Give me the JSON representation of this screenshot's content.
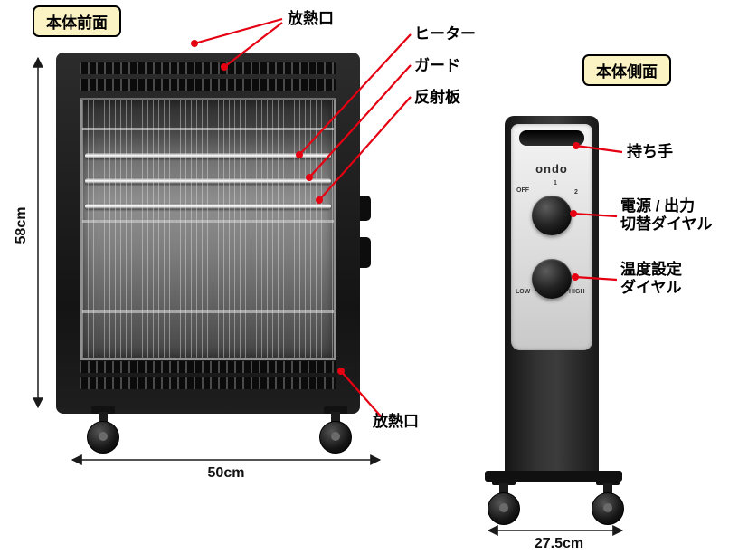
{
  "badges": {
    "front": "本体前面",
    "side": "本体側面"
  },
  "front_labels": {
    "vent_top": "放熱口",
    "heater": "ヒーター",
    "guard": "ガード",
    "reflector": "反射板",
    "vent_bottom": "放熱口"
  },
  "side_labels": {
    "handle": "持ち手",
    "power_dial": [
      "電源 / 出力",
      "切替ダイヤル"
    ],
    "temp_dial": [
      "温度設定",
      "ダイヤル"
    ]
  },
  "dimensions": {
    "height": "58cm",
    "width": "50cm",
    "depth": "27.5cm"
  },
  "panel": {
    "brand": "ondo",
    "power_markings": {
      "off": "OFF",
      "one": "1",
      "two": "2"
    },
    "temp_markings": {
      "low": "LOW",
      "high": "HIGH"
    }
  },
  "colors": {
    "leader_red": "#e50012",
    "badge_bg": "#fcf3c4",
    "body_black": "#1c1c1c",
    "panel_gray": "#e3e3e3"
  }
}
